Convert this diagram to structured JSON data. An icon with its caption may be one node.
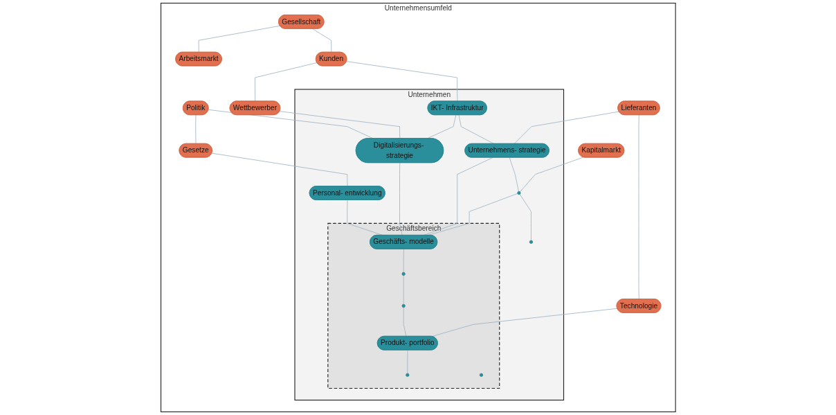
{
  "diagram": {
    "nodes": [
      {
        "text": [
          "Unternehmensumfeld"
        ]
      },
      {
        "text": [
          "Unternehmen"
        ],
        "in": 0
      },
      {
        "text": [
          "Geschäftsbereich"
        ],
        "in": 1
      },
      {
        "text": [
          "Gesellschaft"
        ],
        "in": 0
      },
      {
        "text": [
          "Arbeitsmarkt"
        ],
        "in": 0
      },
      {
        "text": [
          "Lieferanten"
        ],
        "in": 0
      },
      {
        "text": [
          "Technologie"
        ],
        "in": 0
      },
      {
        "text": [
          "Kapitalmarkt"
        ],
        "in": 0
      },
      {
        "text": [
          "Kunden"
        ],
        "in": 0
      },
      {
        "text": [
          "Wettbewerber"
        ],
        "in": 0
      },
      {
        "text": [
          "Politik"
        ],
        "in": 0
      },
      {
        "text": [
          "Gesetze"
        ],
        "in": 0
      },
      {
        "text": [
          "IKT- Infrastruktur"
        ],
        "in": 1
      },
      {
        "text": [
          "Unternehmens- strategie"
        ],
        "in": 1
      },
      {
        "text": [],
        "shape": "circle",
        "in": 1
      },
      {
        "text": [],
        "shape": "circle",
        "in": 1
      },
      {
        "text": [
          "Digitalisierungs- strategie"
        ],
        "in": 1
      },
      {
        "text": [
          "Personal- entwicklung"
        ],
        "in": 1
      },
      {
        "text": [
          "Geschäfts- modelle"
        ],
        "in": 2
      },
      {
        "text": [
          "Produkt- portfolio"
        ],
        "in": 2
      },
      {
        "text": [],
        "shape": "circle",
        "in": 2
      },
      {
        "text": [],
        "shape": "circle",
        "in": 2
      },
      {
        "text": [],
        "shape": "circle",
        "in": 2
      },
      {
        "text": [],
        "shape": "circle",
        "in": 2
      }
    ],
    "edges": [
      {
        "from": 3,
        "to": 4,
        "arrow": "none"
      },
      {
        "from": 3,
        "to": 8,
        "arrow": "none"
      },
      {
        "from": 8,
        "to": 9,
        "arrow": "none"
      },
      {
        "from": 8,
        "to": 12,
        "arrow": "none"
      },
      {
        "from": 5,
        "to": 6,
        "arrow": "none"
      },
      {
        "from": 5,
        "to": 13,
        "arrow": "none"
      },
      {
        "from": 6,
        "to": 19,
        "arrow": "none"
      },
      {
        "from": 7,
        "to": 14,
        "arrow": "none"
      },
      {
        "from": 12,
        "to": 13,
        "arrow": "none"
      },
      {
        "from": 13,
        "to": 14,
        "arrow": "none"
      },
      {
        "from": 14,
        "to": 15,
        "arrow": "none"
      },
      {
        "from": 14,
        "to": 18,
        "arrow": "none"
      },
      {
        "from": 13,
        "to": 18,
        "arrow": "none"
      },
      {
        "from": 12,
        "to": 16,
        "arrow": "none"
      },
      {
        "from": 9,
        "to": 16,
        "arrow": "none"
      },
      {
        "from": 16,
        "to": 18,
        "arrow": "none"
      },
      {
        "from": 10,
        "to": 16,
        "arrow": "none"
      },
      {
        "from": 10,
        "to": 11,
        "arrow": "none"
      },
      {
        "from": 11,
        "to": 17,
        "arrow": "none"
      },
      {
        "from": 17,
        "to": 18,
        "arrow": "none"
      },
      {
        "from": 18,
        "to": 21,
        "arrow": "none"
      },
      {
        "from": 21,
        "to": 22,
        "arrow": "none"
      },
      {
        "from": 22,
        "to": 19,
        "arrow": "none"
      },
      {
        "from": 19,
        "to": 20,
        "arrow": "none"
      }
    ]
  }
}
